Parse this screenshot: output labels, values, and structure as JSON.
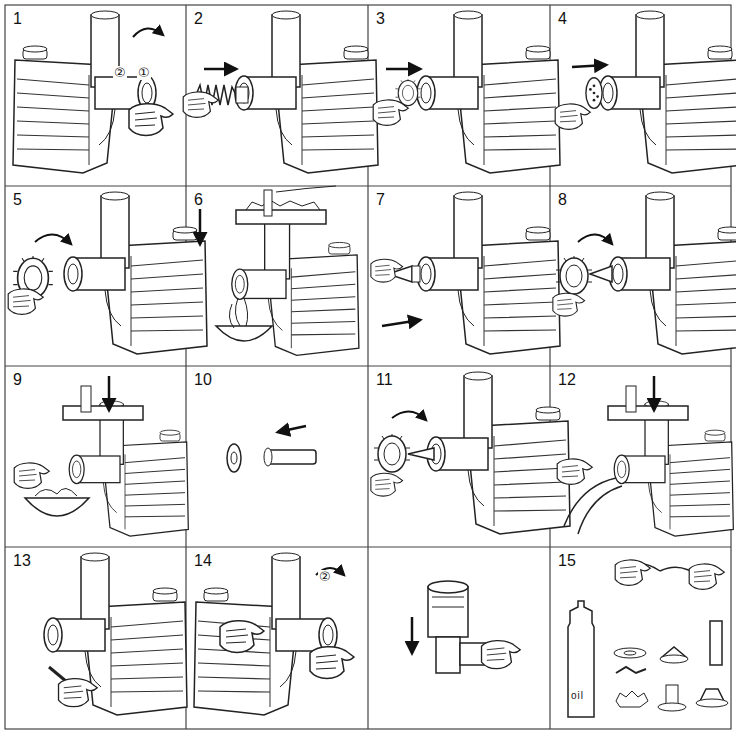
{
  "diagram": {
    "labels": [
      "1",
      "②",
      "①",
      "2",
      "3",
      "4",
      "5",
      "6",
      "7",
      "8",
      "9",
      "10",
      "11",
      "12",
      "13",
      "14",
      "②",
      "15",
      "oil"
    ]
  }
}
